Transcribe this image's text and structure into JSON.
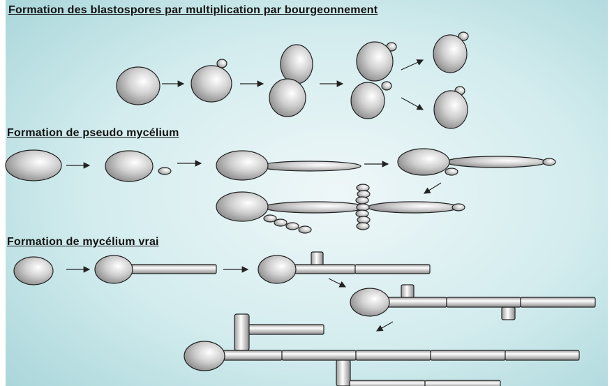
{
  "section_titles": {
    "blastospores": "Formation des blastospores par multiplication par bourgeonnement",
    "pseudo_mycelium": "Formation de pseudo mycélium",
    "true_mycelium": "Formation de mycélium vrai"
  },
  "colors": {
    "background_light": "#eef7f8",
    "background_teal": "#b7dde0",
    "cell_highlight": "#ffffff",
    "cell_shadow": "#7d7d7d",
    "outline": "#222222",
    "text": "#111111"
  }
}
